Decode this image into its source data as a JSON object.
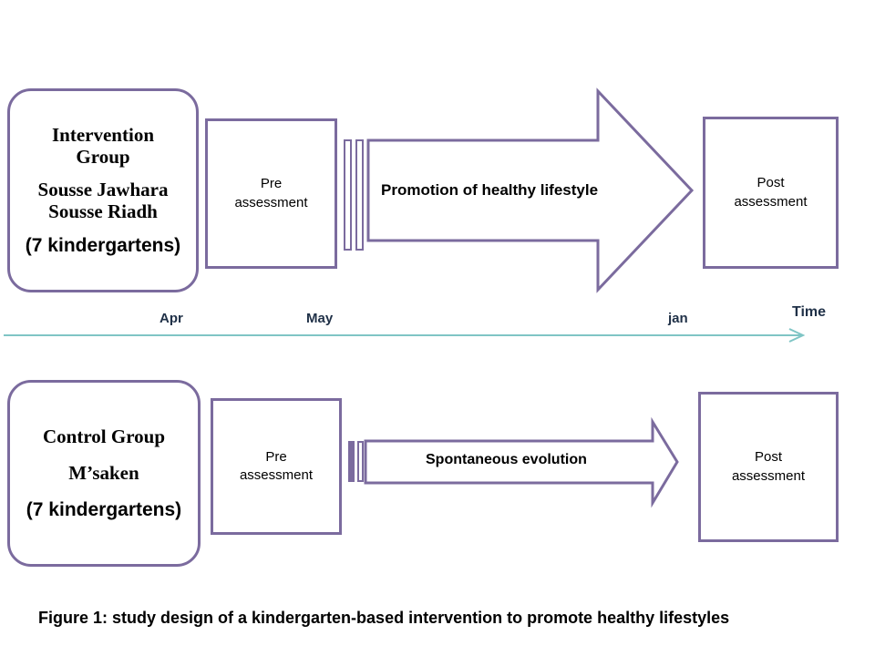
{
  "figure": {
    "caption": "Figure 1: study design of a kindergarten-based intervention to promote healthy lifestyles",
    "colors": {
      "outline_purple": "#7b6b9e",
      "timeline_teal": "#7fc5c5",
      "timeline_label": "#1f3047",
      "text_black": "#000000",
      "background": "#ffffff"
    }
  },
  "intervention": {
    "group_title_line1": "Intervention",
    "group_title_line2": "Group",
    "site_line1": "Sousse Jawhara",
    "site_line2": "Sousse Riadh",
    "count_label": "(7 kindergartens)",
    "pre_line1": "Pre",
    "pre_line2": "assessment",
    "arrow_label": "Promotion of healthy lifestyle",
    "post_line1": "Post",
    "post_line2": "assessment"
  },
  "control": {
    "group_title": "Control Group",
    "site_line1": "M’saken",
    "count_label": "(7 kindergartens)",
    "pre_line1": "Pre",
    "pre_line2": "assessment",
    "arrow_label": "Spontaneous evolution",
    "post_line1": "Post",
    "post_line2": "assessment"
  },
  "timeline": {
    "axis_label": "Time",
    "ticks": [
      {
        "label": "Apr"
      },
      {
        "label": "May"
      },
      {
        "label": "jan"
      }
    ]
  }
}
